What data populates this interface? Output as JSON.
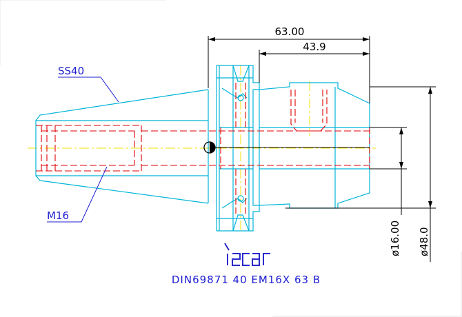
{
  "labels": {
    "taper": "SS40",
    "thread": "M16",
    "designation": "DIN69871 40 EM16X 63 B"
  },
  "dimensions": {
    "overall_length": "63.00",
    "body_length": "43.9",
    "bore_diameter": "ø16.00",
    "body_diameter": "ø48.0"
  },
  "logo": {
    "text": "iscar"
  },
  "colors": {
    "outline": "#00b4d8",
    "hidden_lines": "#e00000",
    "centerline": "#f2e000",
    "label_text": "#1c1cd0",
    "dimension": "#000000",
    "logo": "#2a2acc"
  }
}
